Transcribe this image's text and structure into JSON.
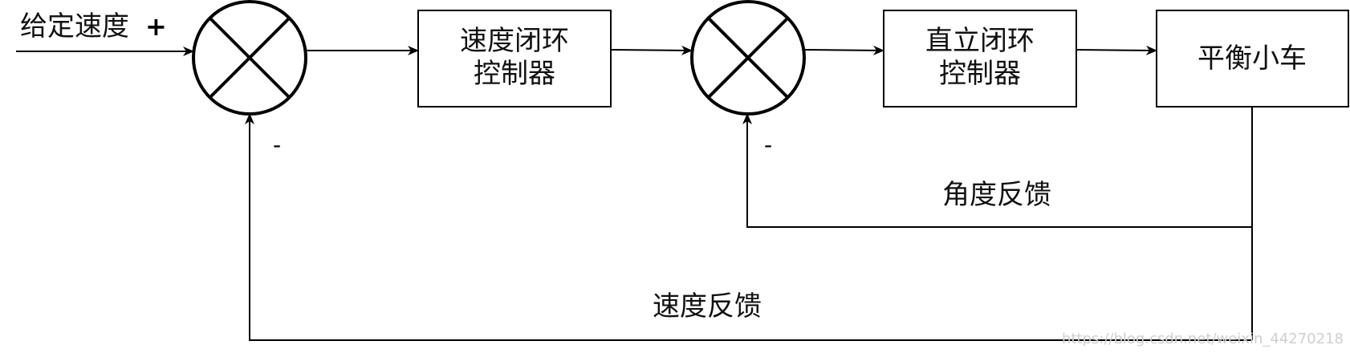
{
  "input": {
    "label": "给定速度",
    "plus_sign": "+"
  },
  "summers": [
    {
      "minus_sign": "-"
    },
    {
      "minus_sign": "-"
    }
  ],
  "blocks": {
    "speed_controller": {
      "line1": "速度闭环",
      "line2": "控制器"
    },
    "upright_controller": {
      "line1": "直立闭环",
      "line2": "控制器"
    },
    "plant": {
      "label": "平衡小车"
    }
  },
  "feedback": {
    "angle": "角度反馈",
    "speed": "速度反馈"
  },
  "watermark": "https://blog.csdn.net/weixin_44270218"
}
